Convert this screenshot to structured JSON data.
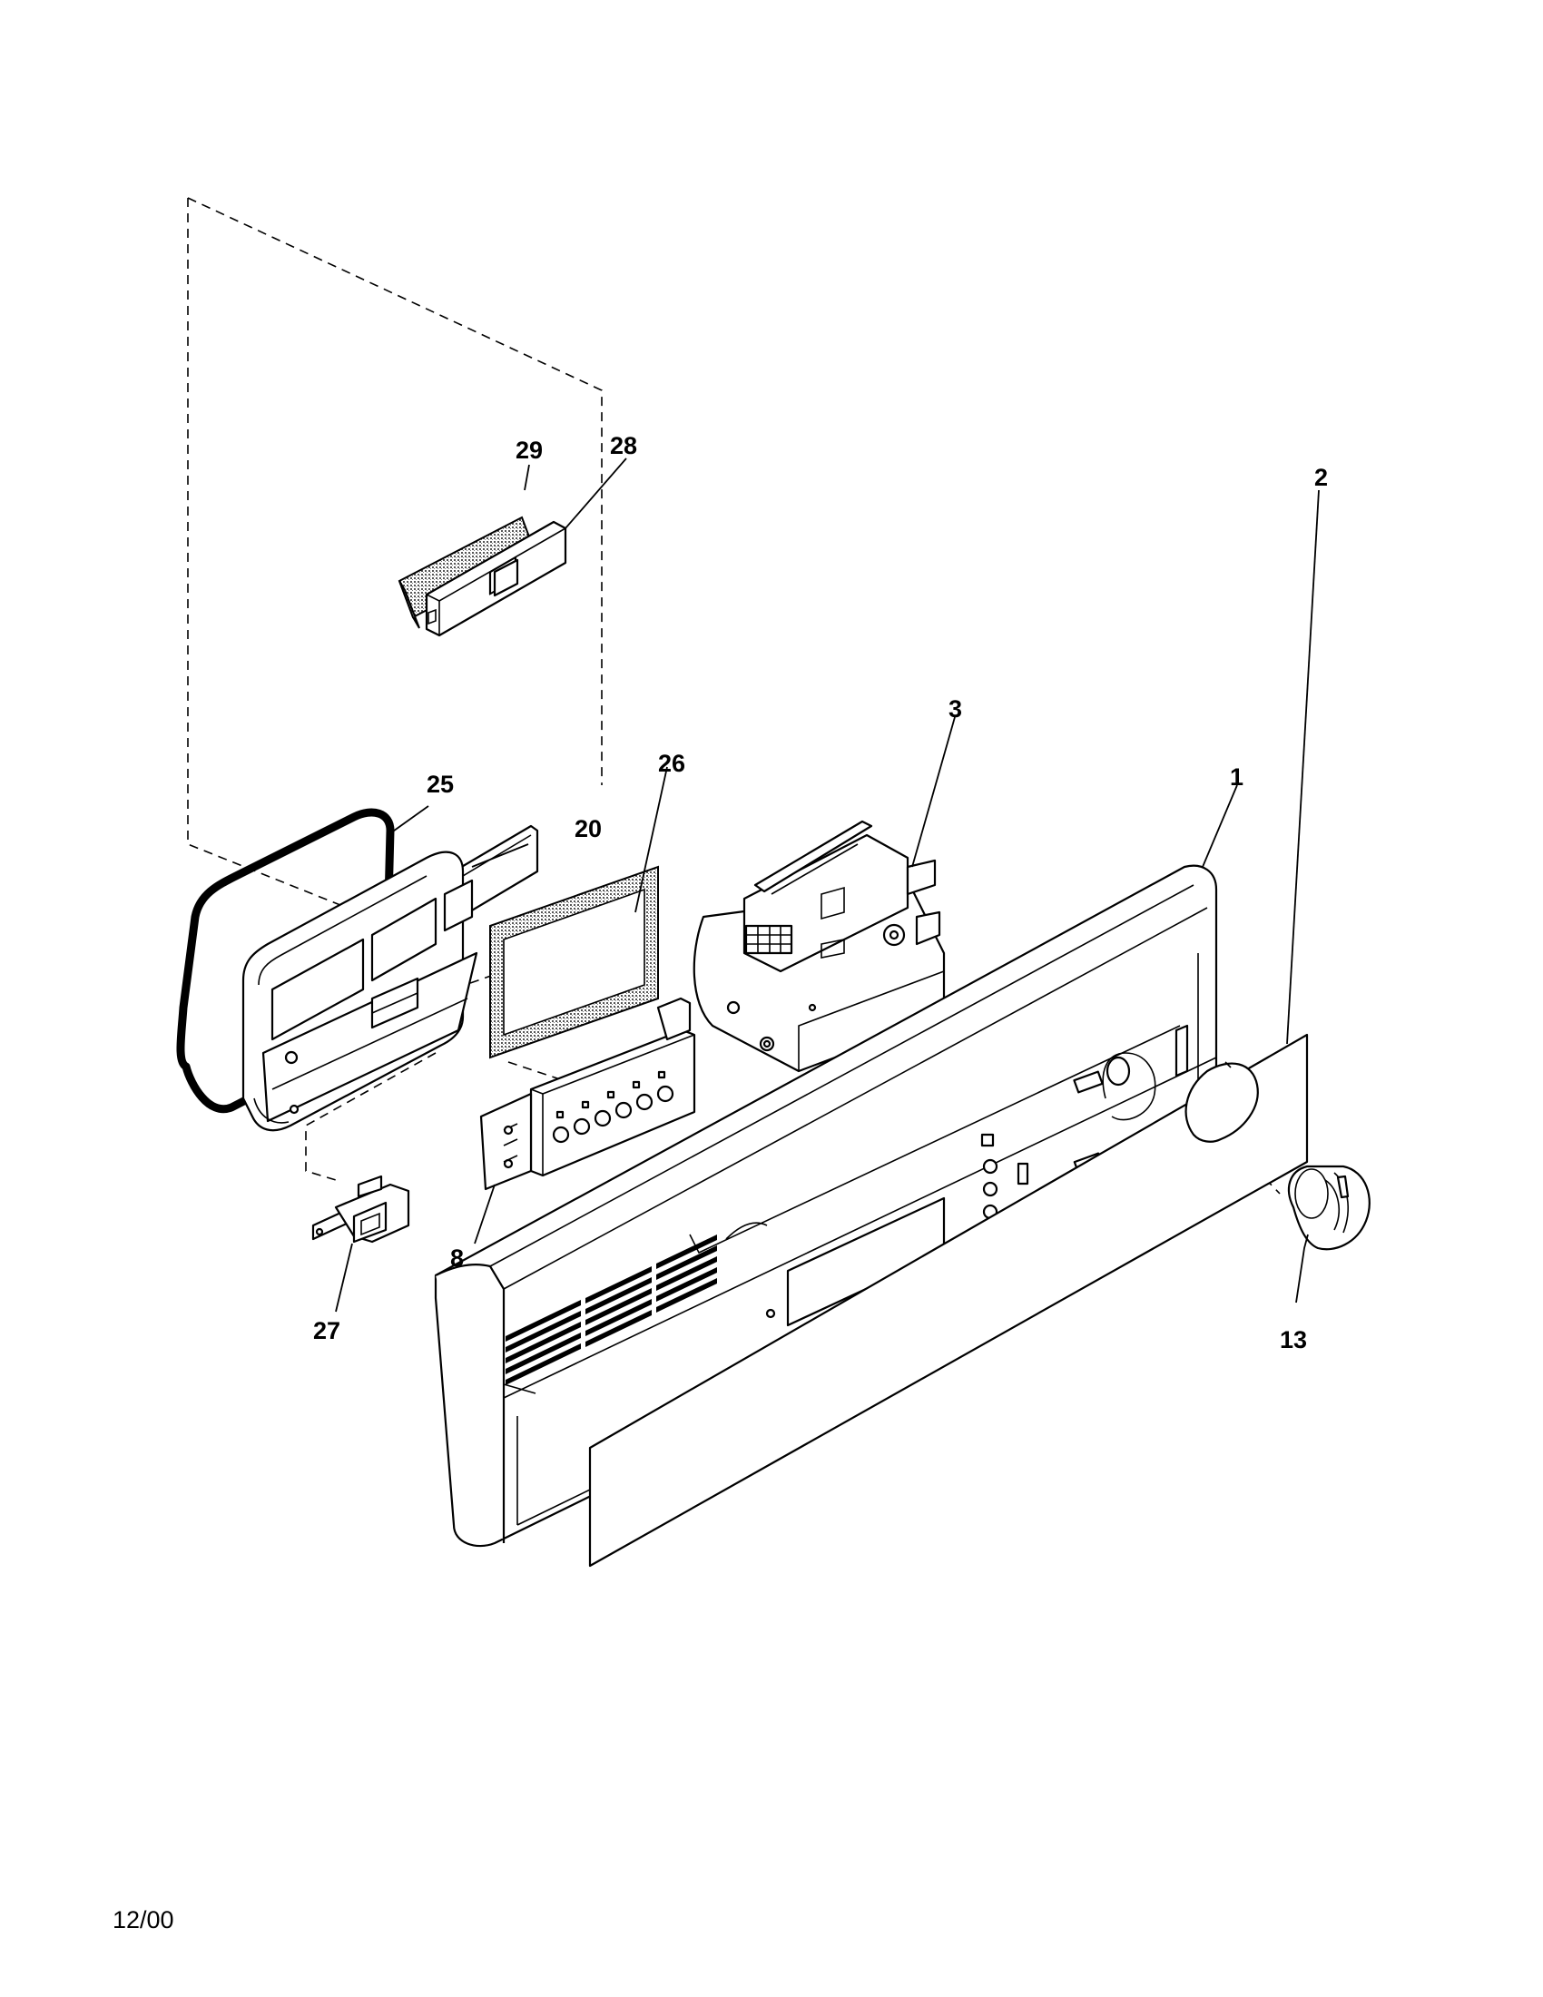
{
  "labels": {
    "p1": "1",
    "p2": "2",
    "p3": "3",
    "p8": "8",
    "p13": "13",
    "p20": "20",
    "p25": "25",
    "p26": "26",
    "p27": "27",
    "p28": "28",
    "p29": "29"
  },
  "footer": {
    "date": "12/00"
  },
  "colors": {
    "line": "#000000",
    "paper": "#ffffff"
  }
}
